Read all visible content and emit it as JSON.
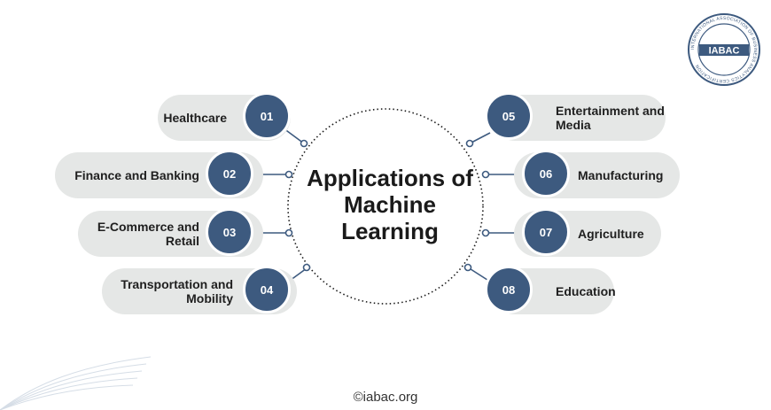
{
  "title": "Applications of Machine Learning",
  "logo_text": "IABAC",
  "logo_ring_text": "INTERNATIONAL ASSOCIATION OF BUSINESS ANALYTICS CERTIFICATION",
  "footer": "©iabac.org",
  "colors": {
    "accent": "#3d5a7f",
    "pill": "#e5e7e6",
    "text": "#1f1f1f"
  },
  "items": [
    {
      "num": "01",
      "label": "Healthcare"
    },
    {
      "num": "02",
      "label": "Finance and Banking"
    },
    {
      "num": "03",
      "label": "E-Commerce and Retail"
    },
    {
      "num": "04",
      "label": "Transportation and Mobility"
    },
    {
      "num": "05",
      "label": "Entertainment and Media"
    },
    {
      "num": "06",
      "label": "Manufacturing"
    },
    {
      "num": "07",
      "label": "Agriculture"
    },
    {
      "num": "08",
      "label": "Education"
    }
  ]
}
